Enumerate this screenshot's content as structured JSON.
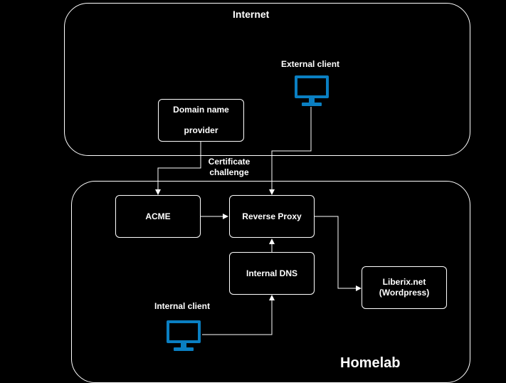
{
  "zones": {
    "internet": {
      "label": "Internet"
    },
    "homelab": {
      "label": "Homelab"
    }
  },
  "nodes": {
    "domain_provider": {
      "line1": "Domain name",
      "line2": "provider"
    },
    "acme": {
      "label": "ACME"
    },
    "reverse_proxy": {
      "label": "Reverse Proxy"
    },
    "internal_dns": {
      "label": "Internal DNS"
    },
    "liberix": {
      "line1": "Liberix.net",
      "line2": "(Wordpress)"
    }
  },
  "clients": {
    "external": {
      "label": "External client",
      "icon": "monitor-icon"
    },
    "internal": {
      "label": "Internal client",
      "icon": "monitor-icon"
    }
  },
  "edges": {
    "cert_challenge": {
      "line1": "Certificate",
      "line2": "challenge"
    }
  },
  "colors": {
    "background": "#000000",
    "line": "#ffffff",
    "monitor": "#0a7fc2"
  }
}
